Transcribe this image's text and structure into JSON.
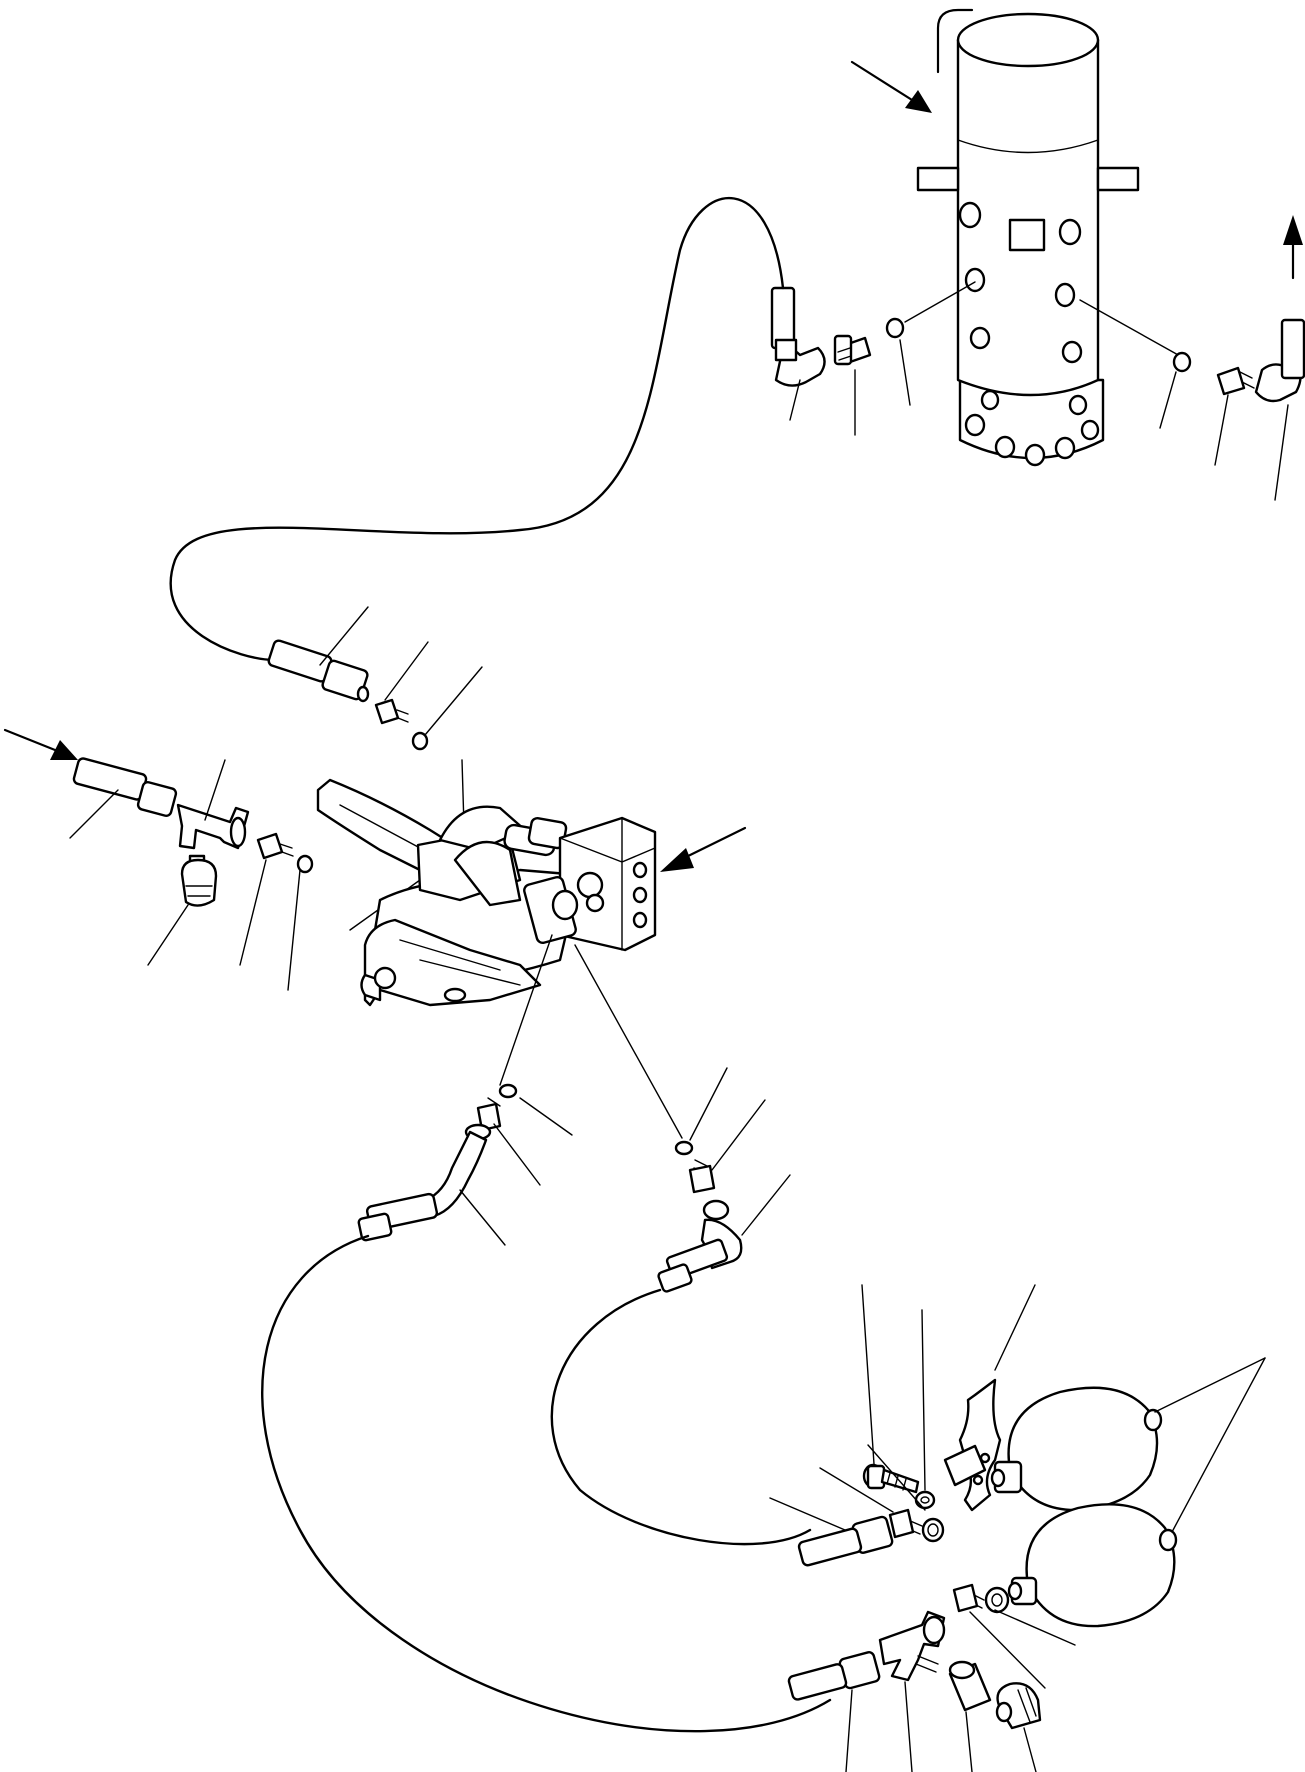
{
  "diagram": {
    "background": "#ffffff",
    "ink": "#000000",
    "parts": [
      {
        "id": "swivel-joint",
        "icon": "cylinder-swivel-joint"
      },
      {
        "id": "brake-valve",
        "icon": "pedal-valve-assembly"
      },
      {
        "id": "accumulator-upper",
        "icon": "accumulator-sphere"
      },
      {
        "id": "accumulator-lower",
        "icon": "accumulator-sphere"
      },
      {
        "id": "bracket",
        "icon": "clamp-bracket"
      }
    ],
    "leader_count": 27,
    "arrow_count": 4
  }
}
